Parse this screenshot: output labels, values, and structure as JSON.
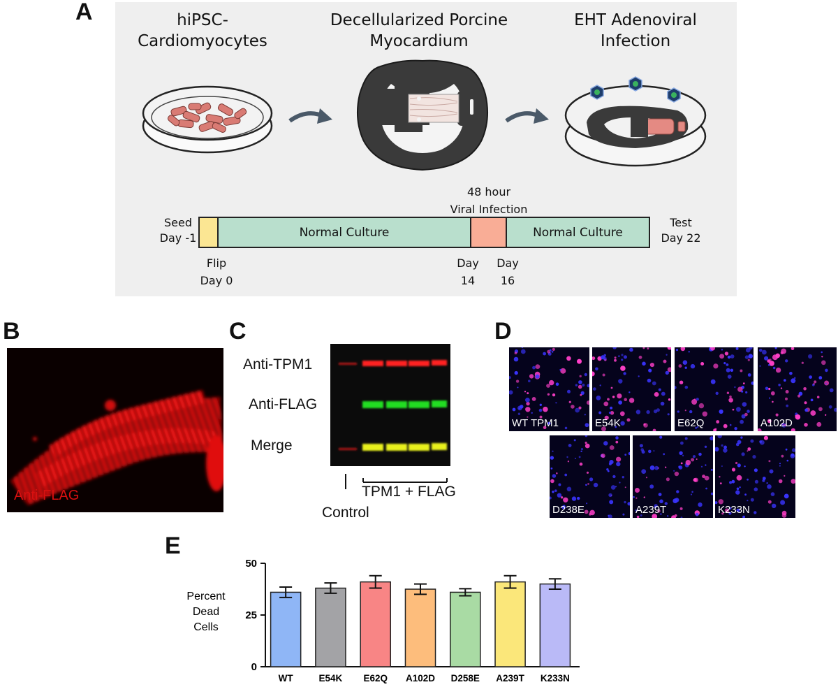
{
  "panel_labels": {
    "a": "A",
    "b": "B",
    "c": "C",
    "d": "D",
    "e": "E"
  },
  "panelA": {
    "step1_title": "hiPSC-\nCardiomyocytes",
    "step2_title": "Decellularized Porcine\nMyocardium",
    "step3_title": "EHT Adenoviral\nInfection",
    "timeline": {
      "seed_label": "Seed\nDay -1",
      "flip_label": "Flip\nDay 0",
      "normal_culture_1": "Normal Culture",
      "viral_infection_label": "48 hour\nViral Infection",
      "normal_culture_2": "Normal Culture",
      "day14_label": "Day\n14",
      "day16_label": "Day\n16",
      "test_label": "Test\nDay 22"
    },
    "colors": {
      "seed": "#fbe693",
      "normal": "#b9dfcd",
      "infection": "#f9ad96",
      "arrow": "#4a5968"
    }
  },
  "panelB": {
    "label": "Anti-FLAG"
  },
  "panelC": {
    "row_labels": [
      "Anti-TPM1",
      "Anti-FLAG",
      "Merge"
    ],
    "control_label": "Control",
    "group_label": "TPM1 + FLAG"
  },
  "panelD": {
    "tiles": [
      "WT TPM1",
      "E54K",
      "E62Q",
      "A102D",
      "D238E",
      "A239T",
      "K233N"
    ]
  },
  "chart_data": {
    "type": "bar",
    "categories": [
      "WT",
      "E54K",
      "E62Q",
      "A102D",
      "D258E",
      "A239T",
      "K233N"
    ],
    "values": [
      36,
      38,
      41,
      37.5,
      36,
      41,
      40
    ],
    "errors": [
      2.5,
      2.5,
      3,
      2.5,
      1.7,
      3,
      2.5
    ],
    "colors": [
      "#8fb6f6",
      "#a3a3a6",
      "#f88585",
      "#fdbd7c",
      "#a9dba4",
      "#fbe77a",
      "#babaf7"
    ],
    "ylabel": "Percent\nDead\nCells",
    "ylim": [
      0,
      50
    ],
    "yticks": [
      0,
      25,
      50
    ],
    "grid": false
  }
}
